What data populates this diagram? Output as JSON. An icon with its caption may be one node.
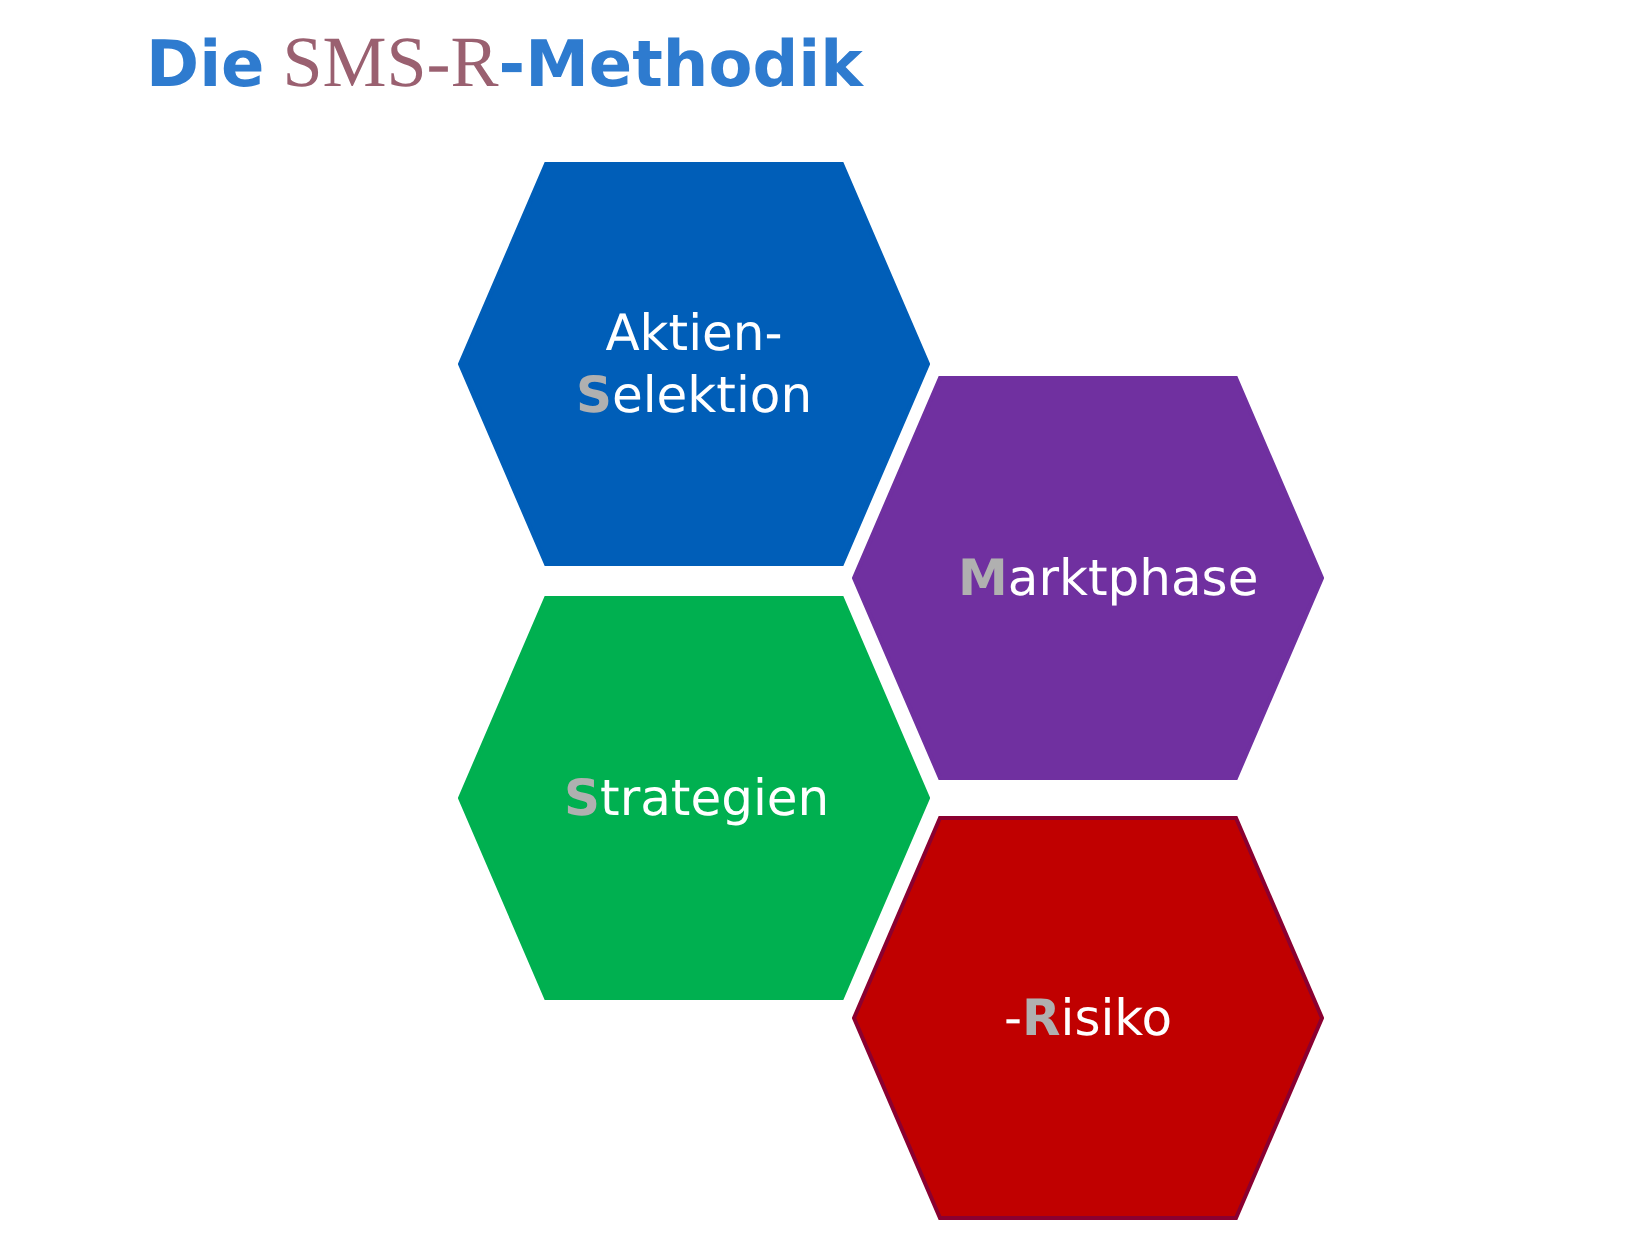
{
  "diagram": {
    "title": "**Die** SMS-R**-Methodik**",
    "nodes": [
      {
        "text": [
          "Aktien- **S**elektion"
        ]
      },
      {
        "text": [
          "**M**arktphase"
        ]
      },
      {
        "text": [
          "**S**trategien"
        ]
      },
      {
        "text": [
          "-**R**isiko"
        ]
      }
    ]
  }
}
